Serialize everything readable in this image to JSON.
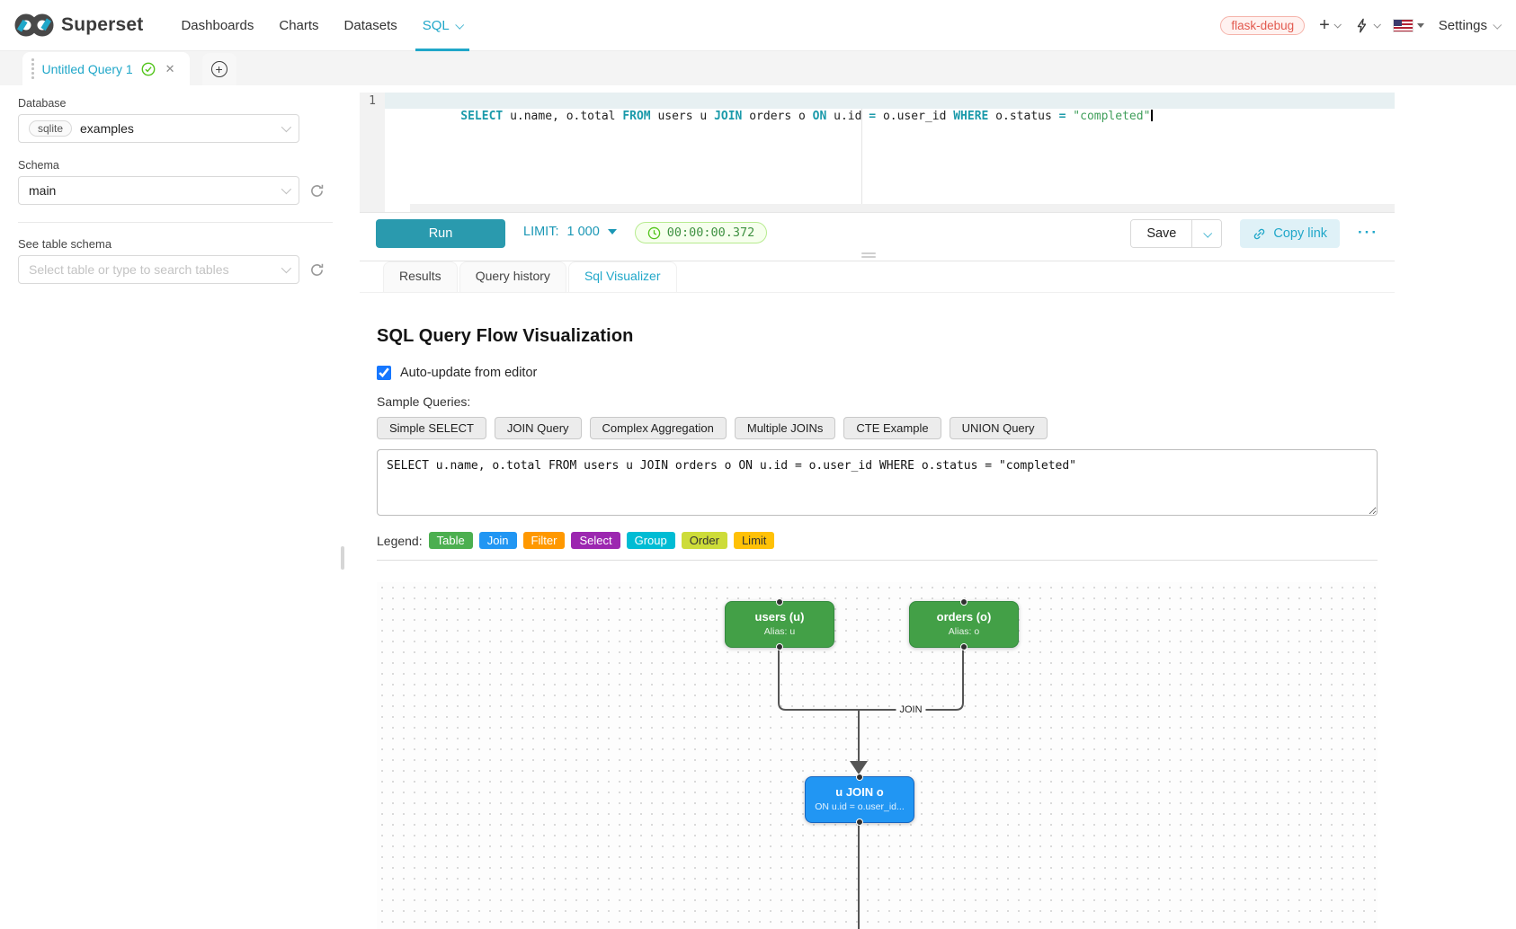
{
  "navbar": {
    "brand": "Superset",
    "items": [
      "Dashboards",
      "Charts",
      "Datasets",
      "SQL"
    ],
    "env_badge": "flask-debug",
    "settings": "Settings"
  },
  "query_tab": {
    "title": "Untitled Query 1"
  },
  "sidebar": {
    "database_label": "Database",
    "database_engine": "sqlite",
    "database_value": "examples",
    "schema_label": "Schema",
    "schema_value": "main",
    "table_section_label": "See table schema",
    "table_placeholder": "Select table or type to search tables"
  },
  "editor": {
    "line_number": "1",
    "tokens": [
      {
        "t": "kw",
        "v": "SELECT"
      },
      {
        "t": "tx",
        "v": " u.name, o.total "
      },
      {
        "t": "kw",
        "v": "FROM"
      },
      {
        "t": "tx",
        "v": " users u "
      },
      {
        "t": "kw",
        "v": "JOIN"
      },
      {
        "t": "tx",
        "v": " orders o "
      },
      {
        "t": "kw",
        "v": "ON"
      },
      {
        "t": "tx",
        "v": " u.id "
      },
      {
        "t": "kw",
        "v": "="
      },
      {
        "t": "tx",
        "v": " o.user_id "
      },
      {
        "t": "kw",
        "v": "WHERE"
      },
      {
        "t": "tx",
        "v": " o.status "
      },
      {
        "t": "kw",
        "v": "="
      },
      {
        "t": "tx",
        "v": " "
      },
      {
        "t": "str",
        "v": "\"completed\""
      }
    ]
  },
  "toolbar": {
    "run": "Run",
    "limit_label": "LIMIT:",
    "limit_value": "1 000",
    "timer": "00:00:00.372",
    "save": "Save",
    "copy_link": "Copy link",
    "more": "···"
  },
  "result_tabs": [
    "Results",
    "Query history",
    "Sql Visualizer"
  ],
  "viz": {
    "title": "SQL Query Flow Visualization",
    "auto_update_label": "Auto-update from editor",
    "auto_update_checked": true,
    "sample_label": "Sample Queries:",
    "samples": [
      "Simple SELECT",
      "JOIN Query",
      "Complex Aggregation",
      "Multiple JOINs",
      "CTE Example",
      "UNION Query"
    ],
    "query": "SELECT u.name, o.total FROM users u JOIN orders o ON u.id = o.user_id WHERE o.status = \"completed\"",
    "legend_label": "Legend:",
    "legend": [
      {
        "label": "Table",
        "bg": "#4CAF50",
        "fg": "#ffffff"
      },
      {
        "label": "Join",
        "bg": "#2196F3",
        "fg": "#ffffff"
      },
      {
        "label": "Filter",
        "bg": "#FF9800",
        "fg": "#ffffff"
      },
      {
        "label": "Select",
        "bg": "#9C27B0",
        "fg": "#ffffff"
      },
      {
        "label": "Group",
        "bg": "#00BCD4",
        "fg": "#ffffff"
      },
      {
        "label": "Order",
        "bg": "#CDDC39",
        "fg": "#333333"
      },
      {
        "label": "Limit",
        "bg": "#FFC107",
        "fg": "#333333"
      }
    ],
    "flow": {
      "edge_label": "JOIN",
      "nodes": [
        {
          "title": "users (u)",
          "subtitle": "Alias: u",
          "bg": "#43A047",
          "border": "#338a3e"
        },
        {
          "title": "orders (o)",
          "subtitle": "Alias: o",
          "bg": "#43A047",
          "border": "#338a3e"
        },
        {
          "title": "u JOIN o",
          "subtitle": "ON u.id = o.user_id...",
          "bg": "#2196F3",
          "border": "#1565C0"
        }
      ]
    }
  },
  "colors": {
    "accent": "#20A7C9",
    "run_button": "#2A9AAE",
    "success": "#52c41a",
    "edge": "#555555"
  }
}
